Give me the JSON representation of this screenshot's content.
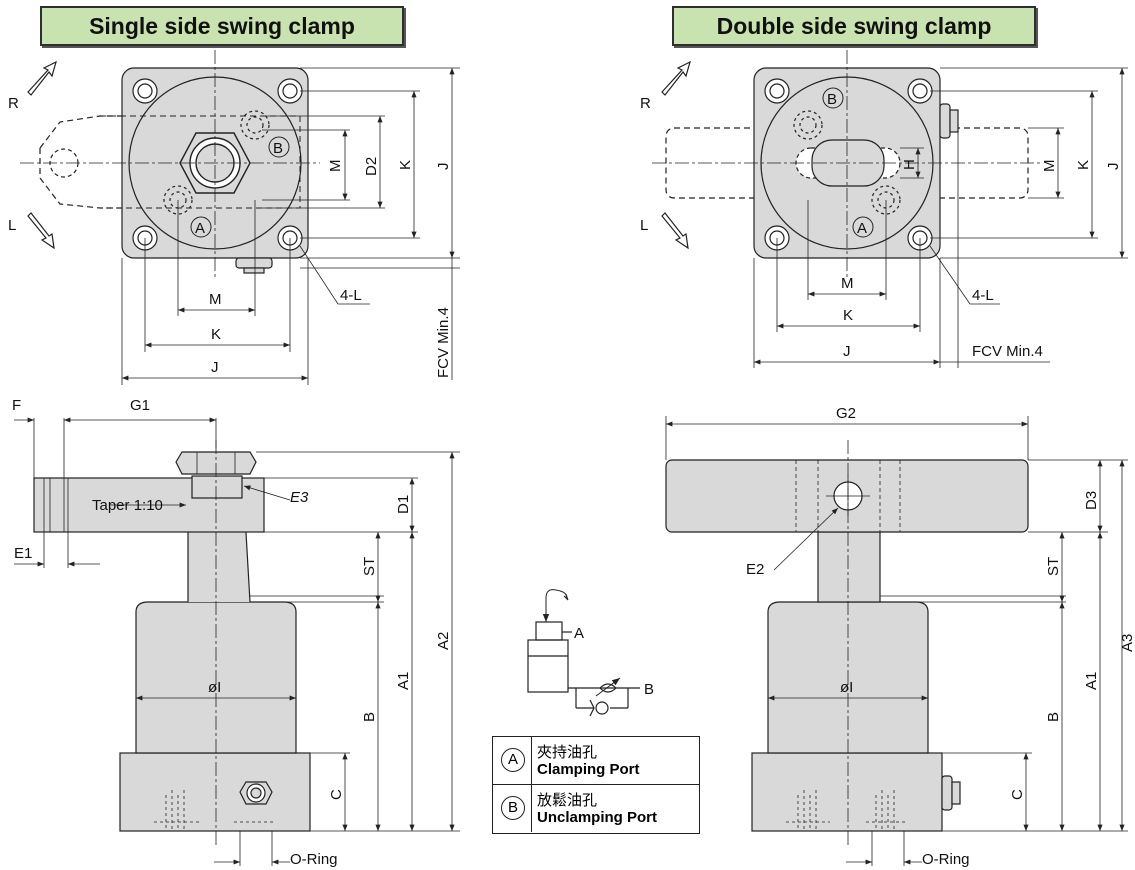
{
  "titles": {
    "single": "Single side swing clamp",
    "double": "Double side swing clamp"
  },
  "colors": {
    "title_bg": "#c9e3b0",
    "body_fill": "#d9d9d9",
    "line": "#222222"
  },
  "single_top": {
    "rotate_right": "R",
    "rotate_left": "L",
    "port_a": "A",
    "port_b": "B",
    "dim_m": "M",
    "dim_k": "K",
    "dim_j": "J",
    "dim_d2": "D2",
    "dim_4l": "4-L",
    "dim_fcv": "FCV Min.4"
  },
  "double_top": {
    "rotate_right": "R",
    "rotate_left": "L",
    "port_a": "A",
    "port_b": "B",
    "dim_m": "M",
    "dim_k": "K",
    "dim_j": "J",
    "dim_h": "H",
    "dim_4l": "4-L",
    "dim_fcv": "FCV Min.4"
  },
  "single_side": {
    "dim_f": "F",
    "dim_g1": "G1",
    "taper": "Taper 1:10",
    "dim_e3": "E3",
    "dim_d1": "D1",
    "dim_e1": "E1",
    "dim_st": "ST",
    "dim_a1": "A1",
    "dim_a2": "A2",
    "dim_b": "B",
    "dim_c": "C",
    "dim_oi": "øI",
    "oring": "O-Ring"
  },
  "double_side": {
    "dim_g2": "G2",
    "dim_d3": "D3",
    "dim_e2": "E2",
    "dim_st": "ST",
    "dim_a1": "A1",
    "dim_a3": "A3",
    "dim_b": "B",
    "dim_c": "C",
    "dim_oi": "øI",
    "oring": "O-Ring"
  },
  "schematic": {
    "port_a": "A",
    "port_b": "B"
  },
  "legend": {
    "rows": [
      {
        "mark": "A",
        "zh": "夾持油孔",
        "en": "Clamping Port"
      },
      {
        "mark": "B",
        "zh": "放鬆油孔",
        "en": "Unclamping Port"
      }
    ]
  }
}
